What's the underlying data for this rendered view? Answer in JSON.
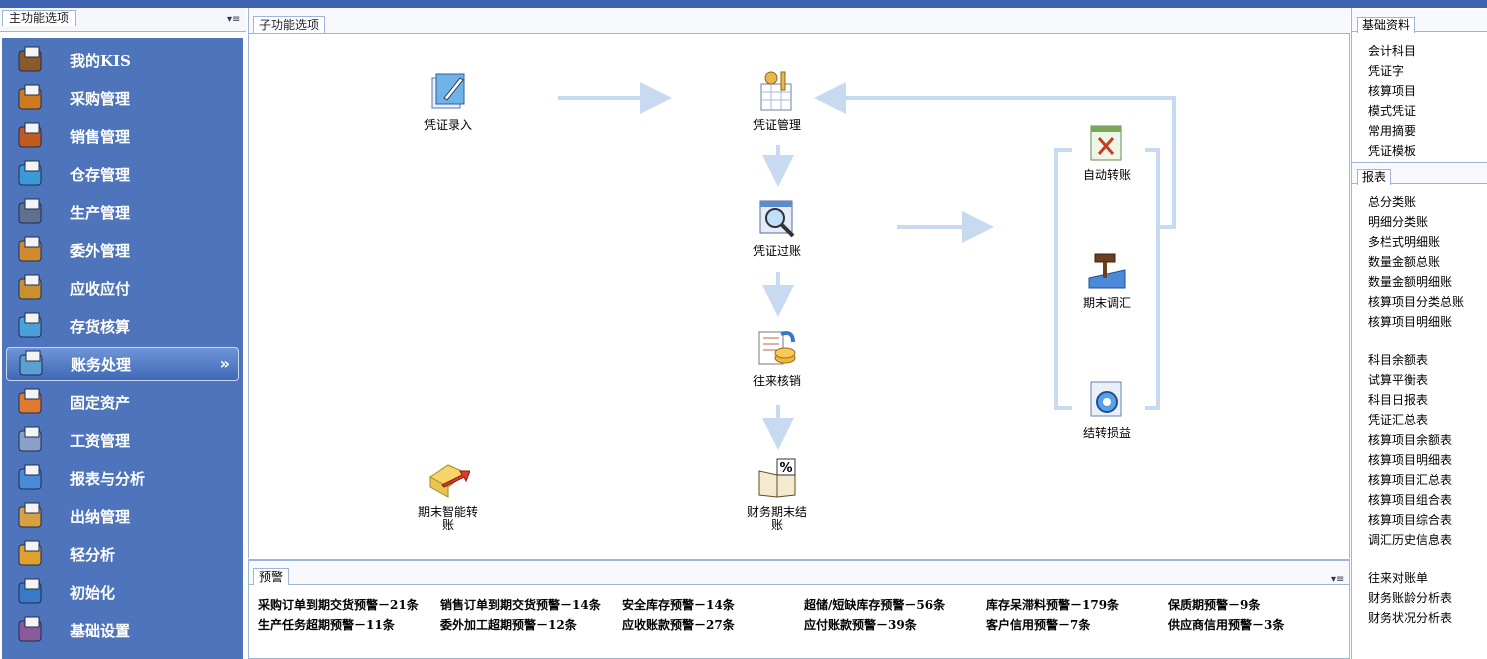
{
  "left": {
    "header": "主功能选项",
    "items": [
      {
        "label": "我的KIS",
        "icon": "my-kis-icon"
      },
      {
        "label": "采购管理",
        "icon": "purchase-icon"
      },
      {
        "label": "销售管理",
        "icon": "sales-icon"
      },
      {
        "label": "仓存管理",
        "icon": "warehouse-icon"
      },
      {
        "label": "生产管理",
        "icon": "production-icon"
      },
      {
        "label": "委外管理",
        "icon": "outsourcing-icon"
      },
      {
        "label": "应收应付",
        "icon": "receivable-payable-icon"
      },
      {
        "label": "存货核算",
        "icon": "inventory-accounting-icon"
      },
      {
        "label": "账务处理",
        "icon": "accounting-icon"
      },
      {
        "label": "固定资产",
        "icon": "fixed-assets-icon"
      },
      {
        "label": "工资管理",
        "icon": "payroll-icon"
      },
      {
        "label": "报表与分析",
        "icon": "report-icon"
      },
      {
        "label": "出纳管理",
        "icon": "cashier-icon"
      },
      {
        "label": "轻分析",
        "icon": "analysis-icon"
      },
      {
        "label": "初始化",
        "icon": "init-icon"
      },
      {
        "label": "基础设置",
        "icon": "settings-icon"
      }
    ],
    "active_chevron": "»"
  },
  "center": {
    "header": "子功能选项",
    "flow": {
      "voucher_entry": "凭证录入",
      "voucher_manage": "凭证管理",
      "voucher_post": "凭证过账",
      "reconcile": "往来核销",
      "period_end_smart": "期末智能转账",
      "period_end_close": "财务期末结账",
      "auto_transfer": "自动转账",
      "period_adjust": "期末调汇",
      "transfer_pl": "结转损益"
    }
  },
  "warnings": {
    "header": "预警",
    "items": [
      "采购订单到期交货预警－21条",
      "销售订单到期交货预警－14条",
      "安全库存预警－14条",
      "超储/短缺库存预警－56条",
      "库存呆滞料预警－179条",
      "保质期预警－9条",
      "生产任务超期预警－11条",
      "委外加工超期预警－12条",
      "应收账款预警－27条",
      "应付账款预警－39条",
      "客户信用预警－7条",
      "供应商信用预警－3条"
    ]
  },
  "right": {
    "basic_header": "基础资料",
    "basic": [
      "会计科目",
      "凭证字",
      "核算项目",
      "模式凭证",
      "常用摘要",
      "凭证模板"
    ],
    "report_header": "报表",
    "reports1": [
      "总分类账",
      "明细分类账",
      "多栏式明细账",
      "数量金额总账",
      "数量金额明细账",
      "核算项目分类总账",
      "核算项目明细账"
    ],
    "reports2": [
      "科目余额表",
      "试算平衡表",
      "科目日报表",
      "凭证汇总表",
      "核算项目余额表",
      "核算项目明细表",
      "核算项目汇总表",
      "核算项目组合表",
      "核算项目综合表",
      "调汇历史信息表"
    ],
    "reports3": [
      "往来对账单",
      "财务账龄分析表",
      "财务状况分析表"
    ]
  },
  "colors": {
    "nav_bg": "#4e74bb",
    "topbar": "#3f62b0",
    "arrow": "#c8daf0"
  }
}
